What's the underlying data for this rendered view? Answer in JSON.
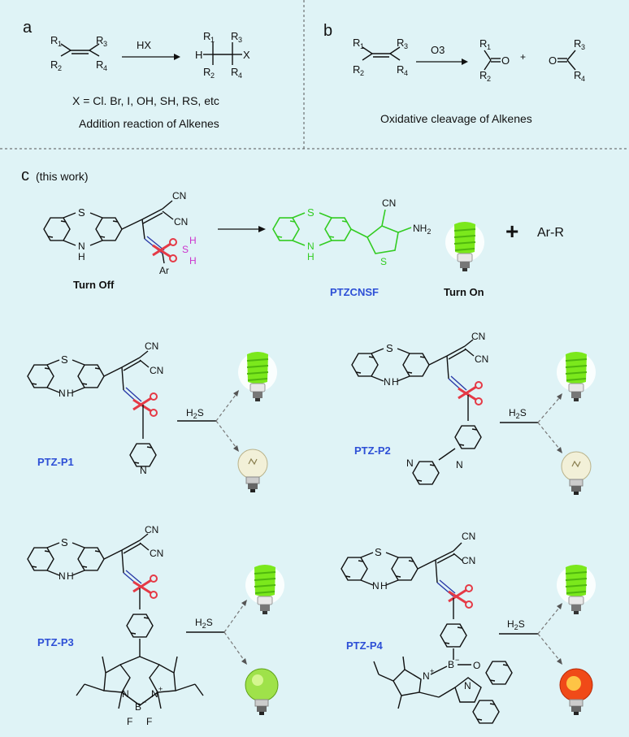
{
  "panel_a": {
    "letter": "a",
    "reagent": "HX",
    "x_def": "X = Cl. Br, I, OH, SH, RS, etc",
    "caption": "Addition reaction of Alkenes"
  },
  "panel_b": {
    "letter": "b",
    "reagent": "O3",
    "plus": "+",
    "caption": "Oxidative cleavage of Alkenes"
  },
  "panel_c": {
    "letter": "c",
    "subtitle": "(this work)",
    "turn_off": "Turn Off",
    "turn_on": "Turn On",
    "product_name": "PTZCNSF",
    "plus": "+",
    "byproduct": "Ar-R",
    "reagent": "H2S",
    "probes": [
      "PTZ-P1",
      "PTZ-P2",
      "PTZ-P3",
      "PTZ-P4"
    ]
  },
  "atoms": {
    "S": "S",
    "NH": "N",
    "H": "H",
    "CN": "CN",
    "NH2": "NH",
    "sub2": "2",
    "Ar": "Ar",
    "N": "N",
    "B": "B",
    "F": "F",
    "O": "O",
    "R1": "R",
    "R2": "R",
    "R3": "R",
    "R4": "R",
    "X": "X"
  },
  "colors": {
    "background": "#dff3f6",
    "compound_label": "#2d4fd6",
    "product_green": "#33cc22",
    "scissors": "#e53945",
    "h2s": "#cc33cc",
    "bulb_green": "#7be81c",
    "bulb_red": "#f04a18",
    "bulb_off": "#f2f0d8"
  }
}
